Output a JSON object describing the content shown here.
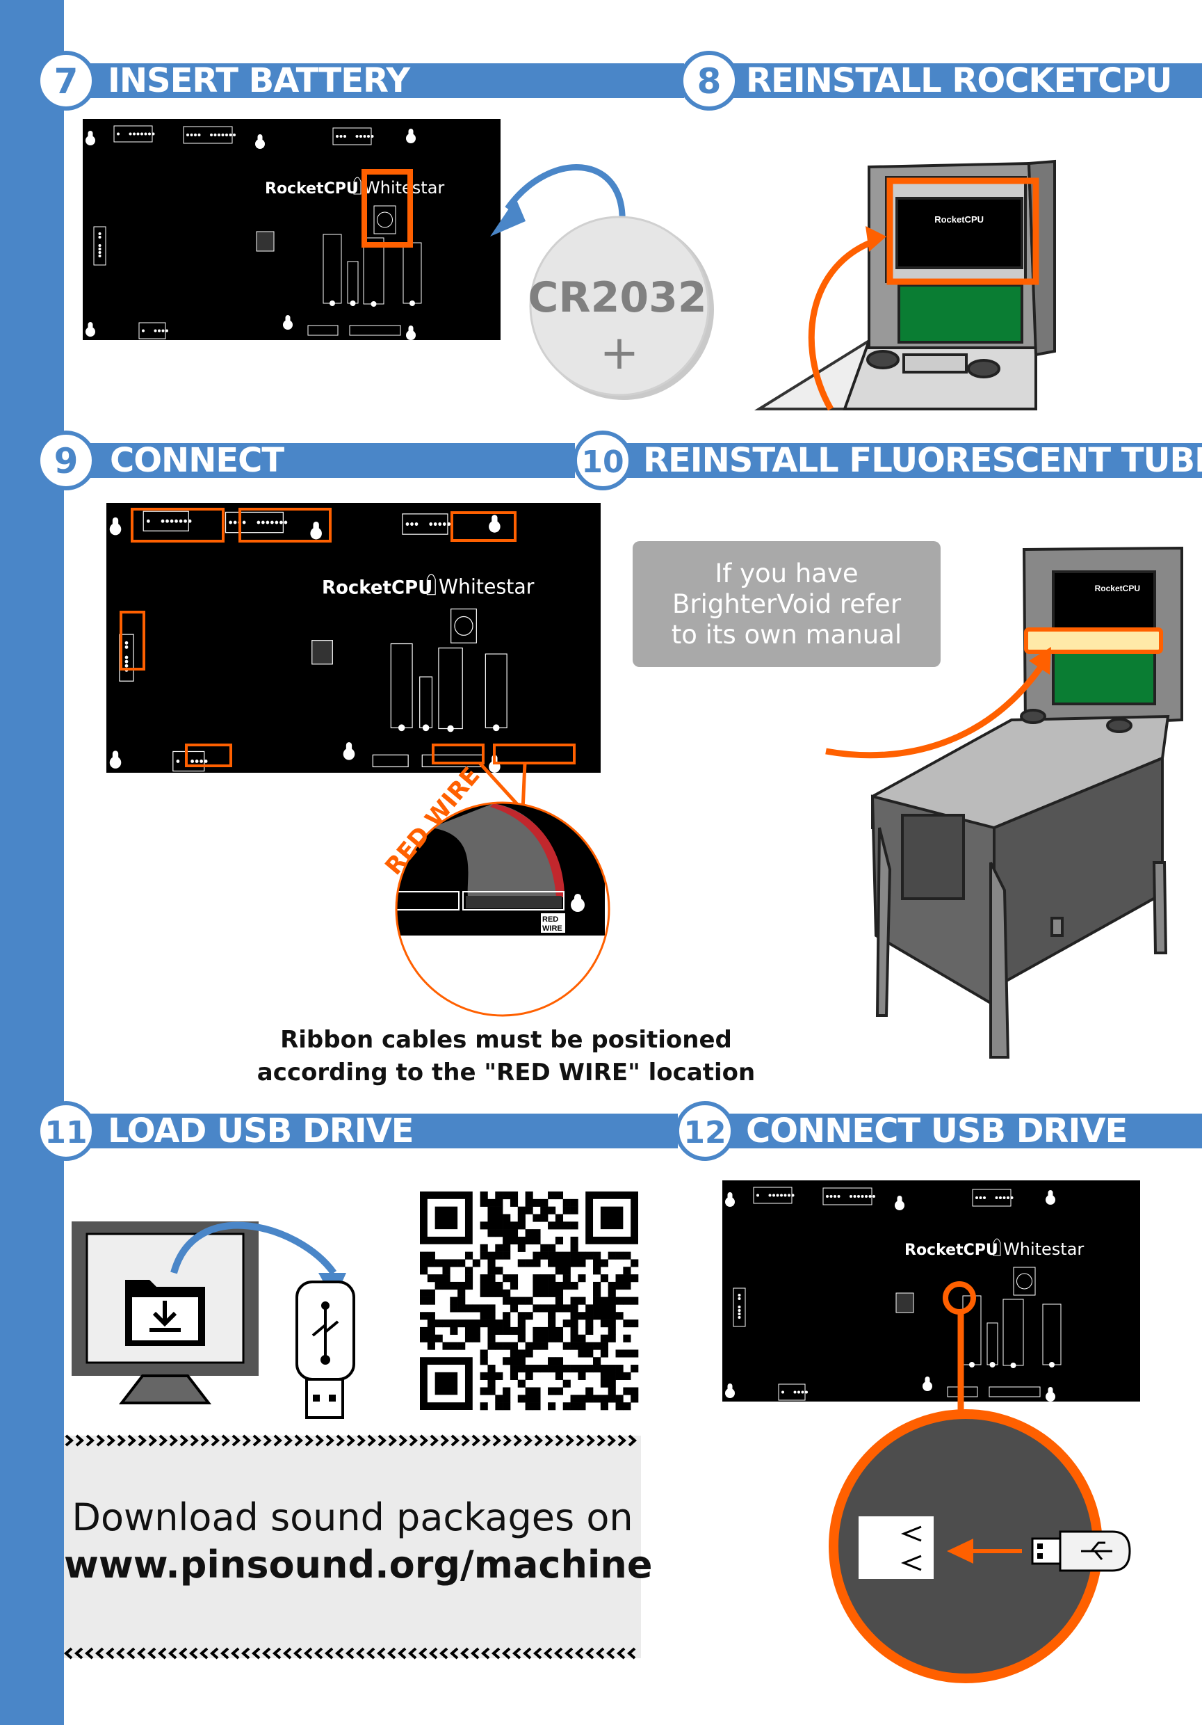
{
  "colors": {
    "accent_blue": "#4a86c8",
    "highlight_orange": "#ff6000",
    "red_wire": "#c1272d",
    "note_gray": "#a9a9a9"
  },
  "board": {
    "brand": "RocketCPU",
    "model": "Whitestar"
  },
  "steps": [
    {
      "number": "7",
      "title": "INSERT BATTERY"
    },
    {
      "number": "8",
      "title": "REINSTALL ROCKETCPU"
    },
    {
      "number": "9",
      "title": "CONNECT"
    },
    {
      "number": "10",
      "title": "REINSTALL FLUORESCENT TUBE"
    },
    {
      "number": "11",
      "title": "LOAD USB DRIVE"
    },
    {
      "number": "12",
      "title": "CONNECT USB DRIVE"
    }
  ],
  "battery": {
    "label": "CR2032",
    "polarity": "+"
  },
  "connect": {
    "red_wire_label": "RED WIRE",
    "red_wire_tag_line1": "RED",
    "red_wire_tag_line2": "WIRE",
    "caption_line1": "Ribbon cables must be positioned",
    "caption_line2": "according to the \"RED WIRE\" location"
  },
  "note": {
    "line1": "If you have",
    "line2": "BrighterVoid refer",
    "line3": "to its own manual"
  },
  "download": {
    "line1": "Download sound packages on",
    "line2": "www.pinsound.org/machine"
  }
}
